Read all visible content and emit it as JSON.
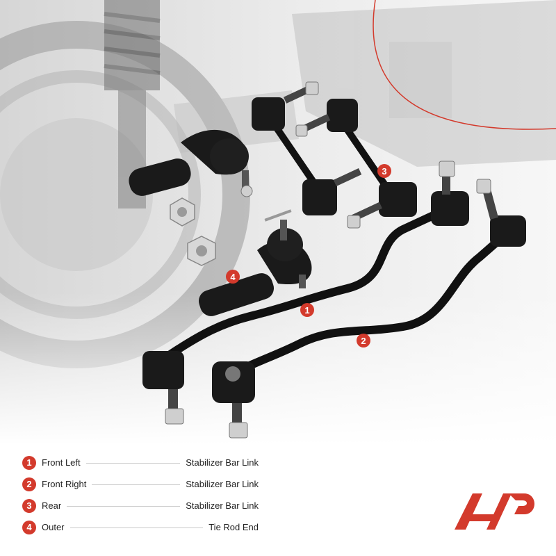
{
  "legend": {
    "items": [
      {
        "number": "1",
        "position": "Front Left",
        "part": "Stabilizer Bar Link"
      },
      {
        "number": "2",
        "position": "Front Right",
        "part": "Stabilizer Bar Link"
      },
      {
        "number": "3",
        "position": "Rear",
        "part": "Stabilizer Bar Link"
      },
      {
        "number": "4",
        "position": "Outer",
        "part": "Tie Rod End"
      }
    ]
  },
  "callouts": [
    "1",
    "2",
    "3",
    "4"
  ],
  "colors": {
    "accent": "#d33a2c",
    "parts": "#111111",
    "background_tint": "#e6e6e6"
  }
}
